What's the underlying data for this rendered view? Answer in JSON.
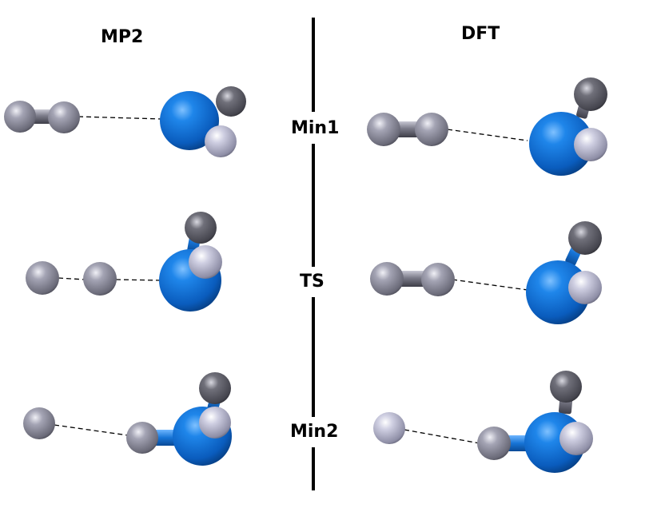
{
  "headers": {
    "left": "MP2",
    "right": "DFT"
  },
  "rows": [
    {
      "id": "min1",
      "label": "Min1"
    },
    {
      "id": "ts",
      "label": "TS"
    },
    {
      "id": "min2",
      "label": "Min2"
    }
  ],
  "colors": {
    "nitrogen": "#0a63c9",
    "hydrogen_light": "#b3b3cf",
    "hydrogen_grey": "#8a8a98",
    "hydrogen_dark": "#555560",
    "divider": "#000000",
    "contact_line": "#000000"
  }
}
